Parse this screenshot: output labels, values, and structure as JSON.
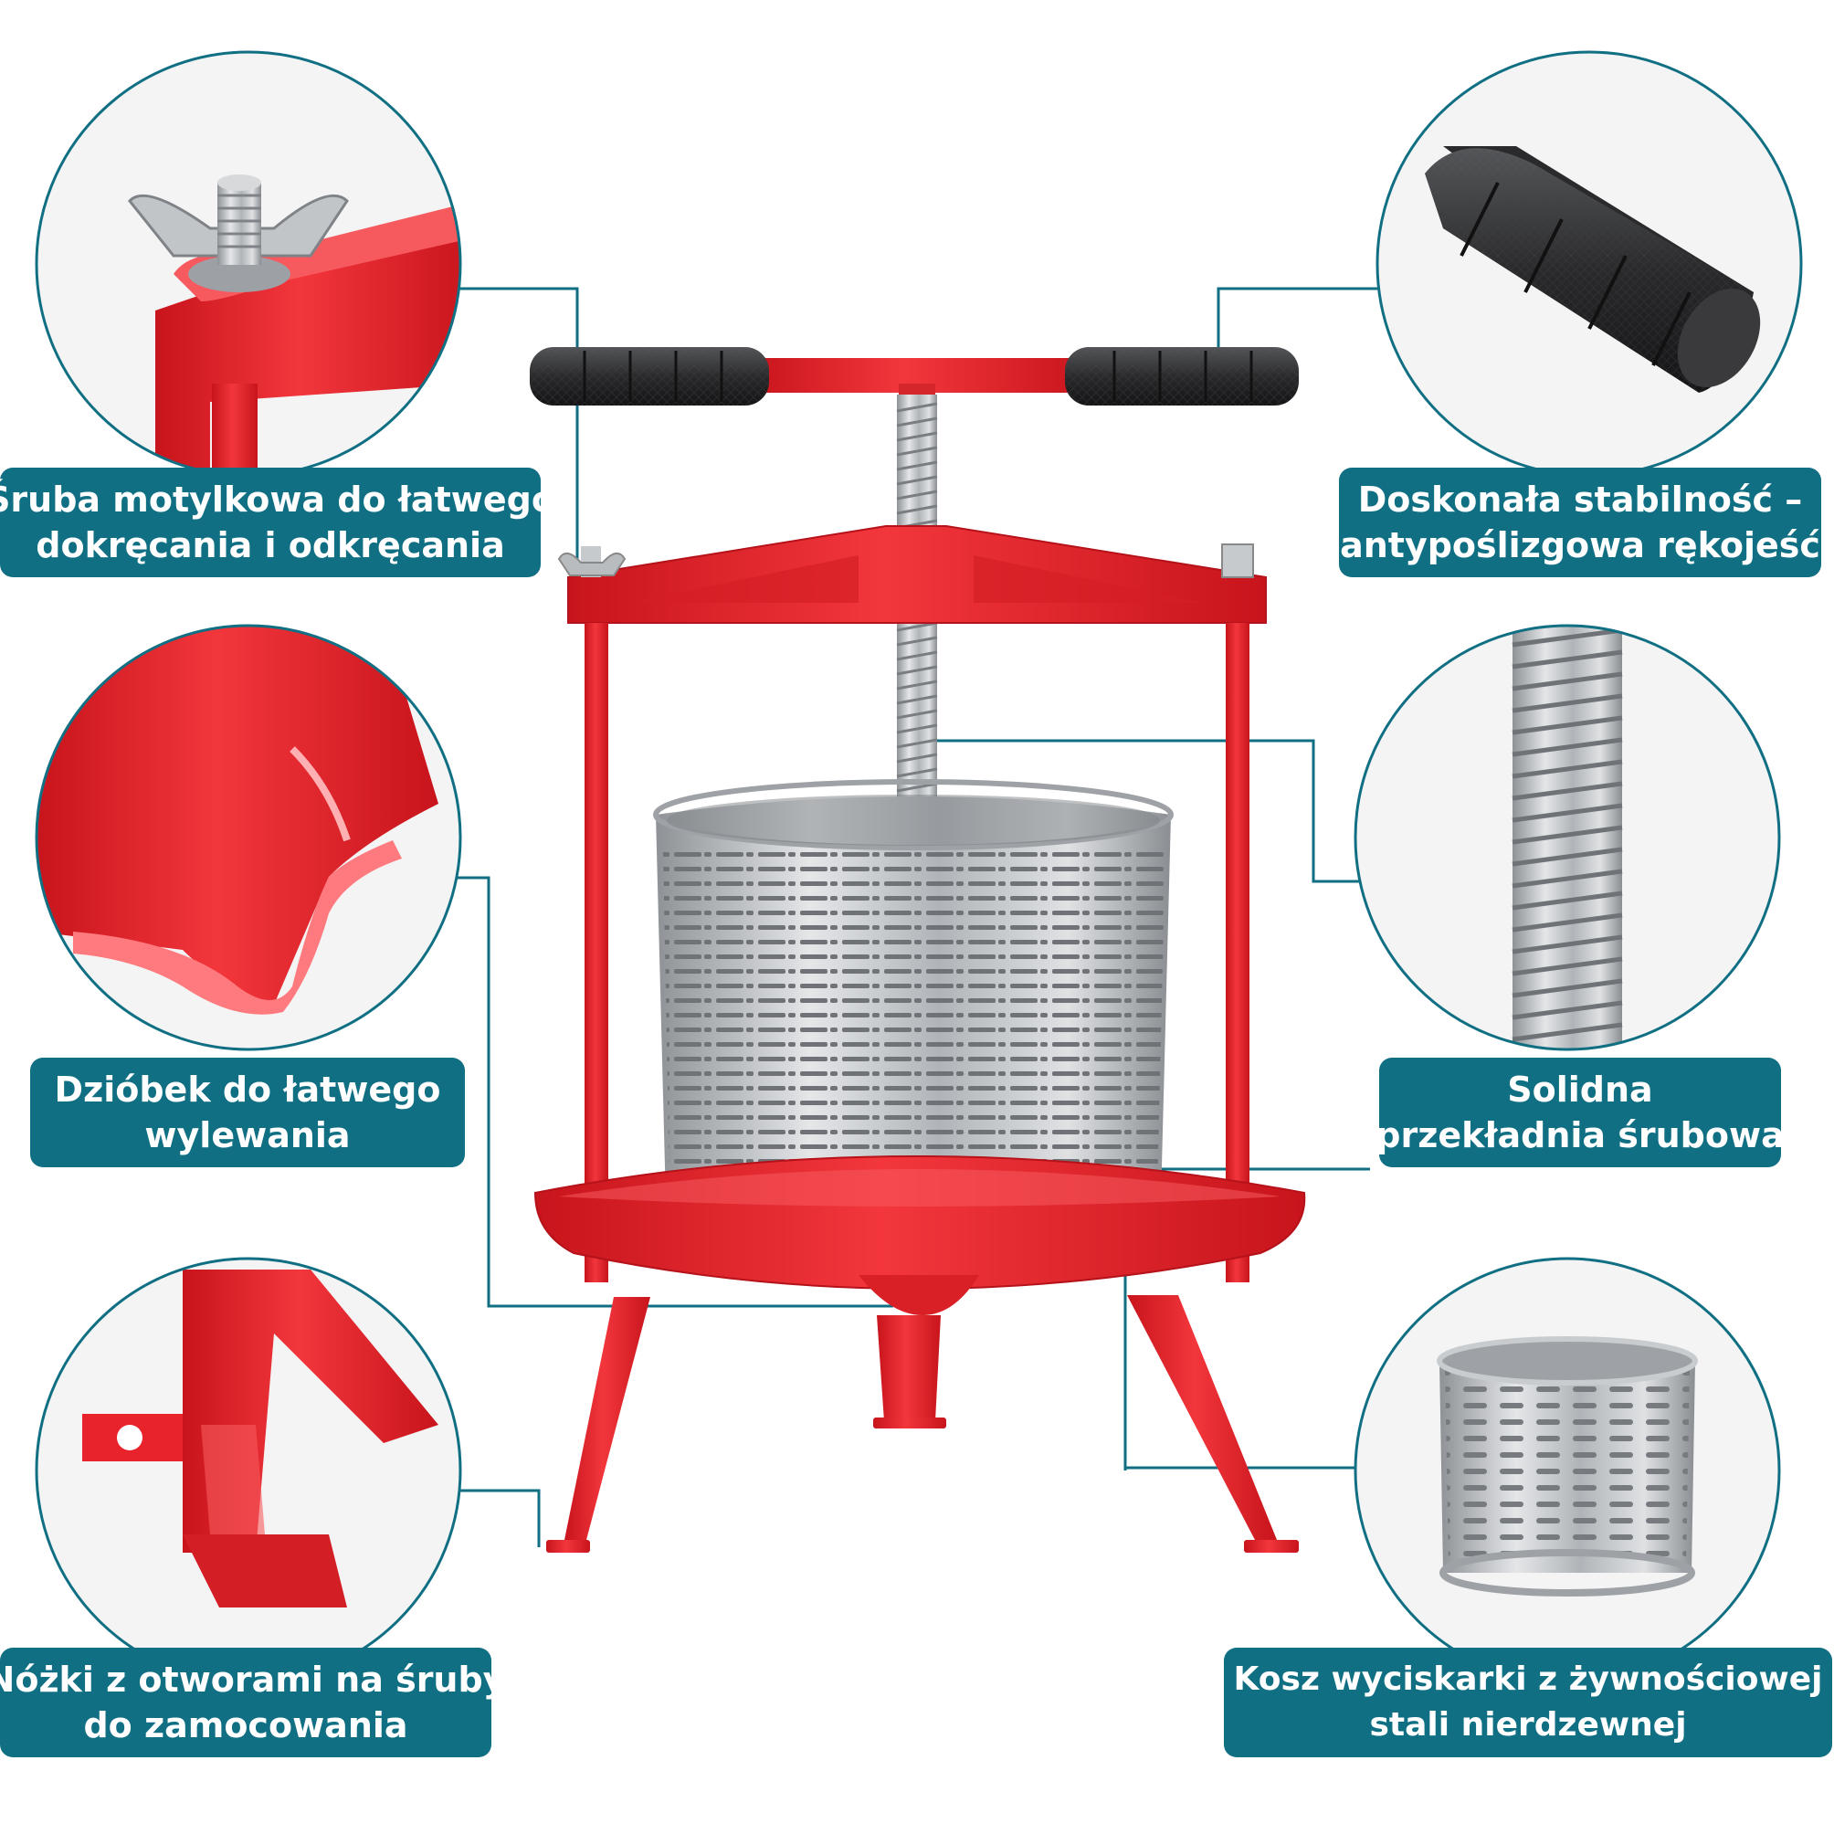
{
  "colors": {
    "accent": "#106f83",
    "frame_red": "#e8232b",
    "steel": "#b9bcbf",
    "grip_black": "#2a2a2c"
  },
  "icons": [
    "wing-nut-icon",
    "grip-handle-icon",
    "spout-icon",
    "screw-thread-icon",
    "foot-mount-icon",
    "strainer-basket-icon"
  ],
  "callouts": {
    "wing_screw": {
      "line1": "Śruba motylkowa do łatwego",
      "line2": "dokręcania i odkręcania"
    },
    "handle": {
      "line1": "Doskonała stabilność –",
      "line2": "antypoślizgowa rękojeść"
    },
    "spout": {
      "line1": "Dzióbek do łatwego",
      "line2": "wylewania"
    },
    "screw": {
      "line1": "Solidna",
      "line2": "przekładnia śrubowa"
    },
    "feet": {
      "line1": "Nóżki z otworami na śruby",
      "line2": "do zamocowania"
    },
    "basket": {
      "line1": "Kosz wyciskarki z żywnościowej",
      "line2": "stali nierdzewnej"
    }
  }
}
